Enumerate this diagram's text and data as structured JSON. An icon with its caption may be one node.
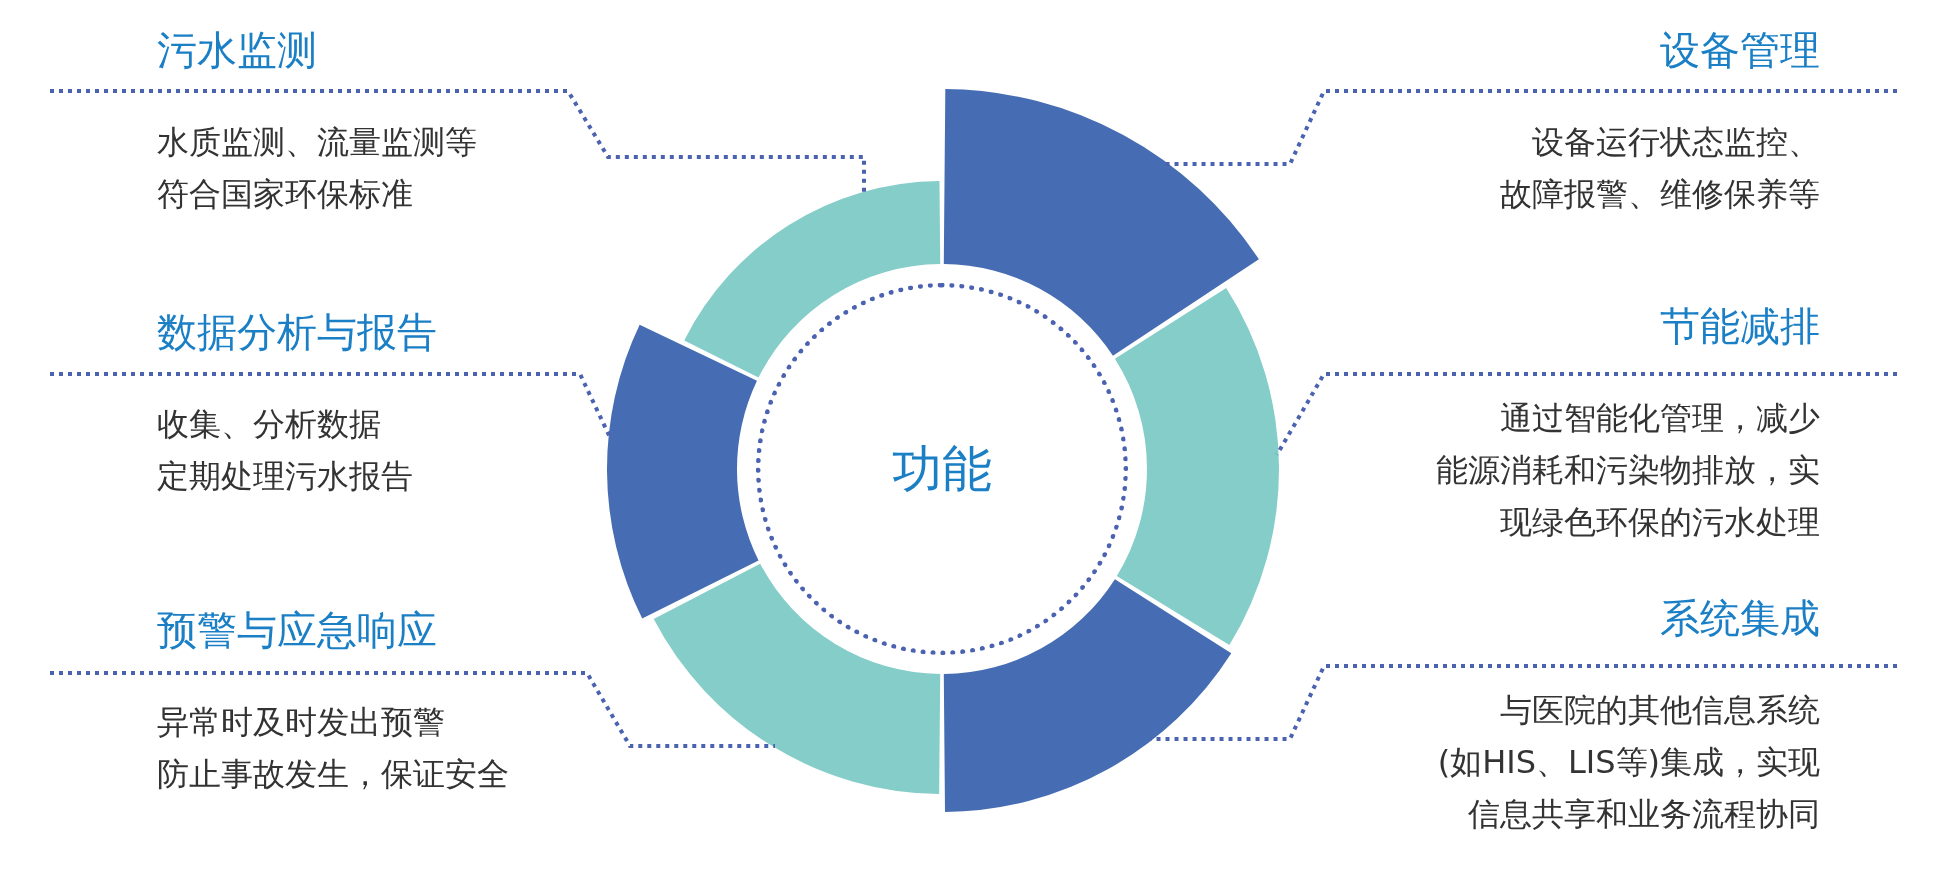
{
  "diagram": {
    "nodes": [
      {
        "text": [
          "污水监测",
          "水质监测、流量监测等符合国家环保标准"
        ]
      },
      {
        "text": [
          "设备管理",
          "设备运行状态监控、故障报警、维修保养等"
        ]
      },
      {
        "text": [
          "数据分析与报告",
          "收集、分析数据定期处理污水报告"
        ]
      },
      {
        "text": [
          "节能减排",
          "通过智能化管理，减少能源消耗和污染物排放，实现绿色环保的污水处理"
        ]
      },
      {
        "text": [
          "预警与应急响应",
          "异常时及时发出预警防止事故发生，保证安全"
        ]
      },
      {
        "text": [
          "系统集成",
          "与医院的其他信息系统(如HIS、LIS等)集成，实现信息共享和业务流程协同"
        ]
      },
      {
        "text": [
          "功能"
        ]
      },
      {
        "text": [],
        "shape": "arc"
      },
      {
        "text": [],
        "shape": "arc"
      },
      {
        "text": [],
        "shape": "arc"
      },
      {
        "text": [],
        "shape": "arc"
      },
      {
        "text": [],
        "shape": "arc"
      },
      {
        "text": [],
        "shape": "arc"
      }
    ],
    "edges": [
      {
        "from": 0,
        "to": 7,
        "arrow": "none",
        "style": "dashed"
      },
      {
        "from": 1,
        "to": 8,
        "arrow": "none",
        "style": "dashed"
      },
      {
        "from": 2,
        "to": 12,
        "arrow": "none",
        "style": "dashed"
      },
      {
        "from": 3,
        "to": 9,
        "arrow": "none",
        "style": "dashed"
      },
      {
        "from": 4,
        "to": 11,
        "arrow": "none",
        "style": "dashed"
      },
      {
        "from": 5,
        "to": 10,
        "arrow": "none",
        "style": "dashed"
      }
    ]
  }
}
